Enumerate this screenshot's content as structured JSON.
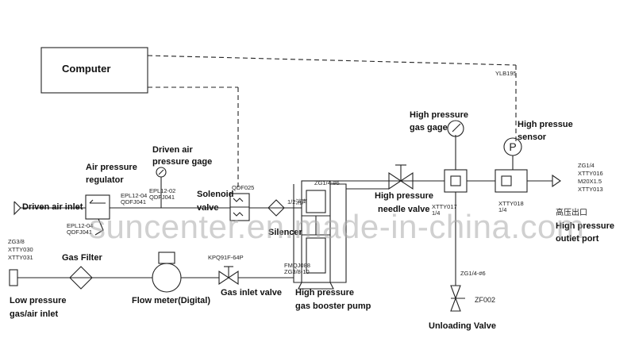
{
  "labels": {
    "computer": "Computer",
    "driven_air_inlet": "Driven air inlet",
    "air_pressure_regulator_1": "Air pressure",
    "air_pressure_regulator_2": "regulator",
    "driven_air_gage_1": "Driven air",
    "driven_air_gage_2": "pressure gage",
    "solenoid_1": "Solenoid",
    "solenoid_2": "valve",
    "silencer": "Silencer",
    "hp_gas_gage_1": "High pressure",
    "hp_gas_gage_2": "gas gage",
    "hp_sensor_1": "High pressue",
    "hp_sensor_2": "sensor",
    "needle_valve_1": "High pressure",
    "needle_valve_2": "needle valve",
    "hp_outlet_1": "High pressure",
    "hp_outlet_2": "outlet port",
    "gas_filter": "Gas Filter",
    "flow_meter": "Flow meter(Digital)",
    "gas_inlet_valve": "Gas inlet valve",
    "booster_pump_1": "High pressure",
    "booster_pump_2": "gas booster pump",
    "low_pressure_inlet_1": "Low pressure",
    "low_pressure_inlet_2": "gas/air inlet",
    "unloading_valve": "Unloading Valve"
  },
  "codes": {
    "ylb": "YLB195",
    "epl12_02": "EPL12-02",
    "qdfj041_a": "QDFJ041",
    "epl12_04": "EPL12-04",
    "qdfj041_b": "QDFJ041",
    "epl12_04b": "EPL12-04",
    "qdfj041_c": "QDFJ041",
    "qdf025": "QDF025",
    "half_inch": "1/2消声",
    "zg14_6_top": "ZG1/4-#6",
    "xtty017": "XTTY017",
    "quarter_a": "1/4",
    "xtty018": "XTTY018",
    "quarter_b": "1/4",
    "zg14_right": "ZG1/4",
    "xtty016": "XTTY016",
    "m20": "M20X1.5",
    "xtty013": "XTTY013",
    "outlet_cn": "高压出口",
    "zg38": "ZG3/8",
    "xtty030": "XTTY030",
    "xtty031": "XTTY031",
    "kpq": "KPQ91F-64P",
    "fmqj": "FMQJ088",
    "zg38_10": "ZG3/8-10",
    "zg14_6_bottom": "ZG1/4-#6",
    "zf002": "ZF002"
  },
  "watermark": "suncenter.en.made-in-china.com"
}
